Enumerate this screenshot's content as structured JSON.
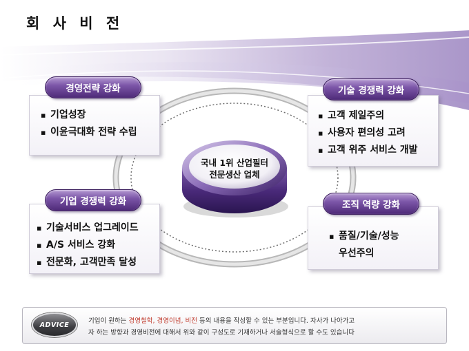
{
  "title": "회 사 비 전",
  "center": {
    "line1": "국내 1위 산업필터",
    "line2": "전문생산 업체"
  },
  "quadrants": {
    "top_left": {
      "heading": "경영전략 강화",
      "items": [
        "기업성장",
        "이윤극대화 전략 수립"
      ]
    },
    "top_right": {
      "heading": "기술 경쟁력 강화",
      "items": [
        "고객 제일주의",
        "사용자 편의성 고려",
        "고객 위주 서비스 개발"
      ]
    },
    "bottom_left": {
      "heading": "기업 경쟁력 강화",
      "items": [
        "기술서비스 업그레이드",
        "A/S 서비스 강화",
        "전문화, 고객만족 달성"
      ]
    },
    "bottom_right": {
      "heading": "조직 역량 강화",
      "item_line1": "품질/기술/성능",
      "item_line2": "우선주의"
    }
  },
  "bullet_glyph": "▪",
  "advice": {
    "badge": "ADVICE",
    "text_before": "기업이 원하는 ",
    "highlight": "경영철학, 경영이념, 비전",
    "text_after": " 등의 내용을 작성할 수 있는 부분입니다. 자사가 나아가고",
    "line2": "자 하는 방향과 경영비전에 대해서 위와 같이 구성도로 기재하거나 서술형식으로 할 수도 있습니다"
  },
  "colors": {
    "accent_purple": "#5e3a8a",
    "highlight_red": "#c0392b"
  }
}
